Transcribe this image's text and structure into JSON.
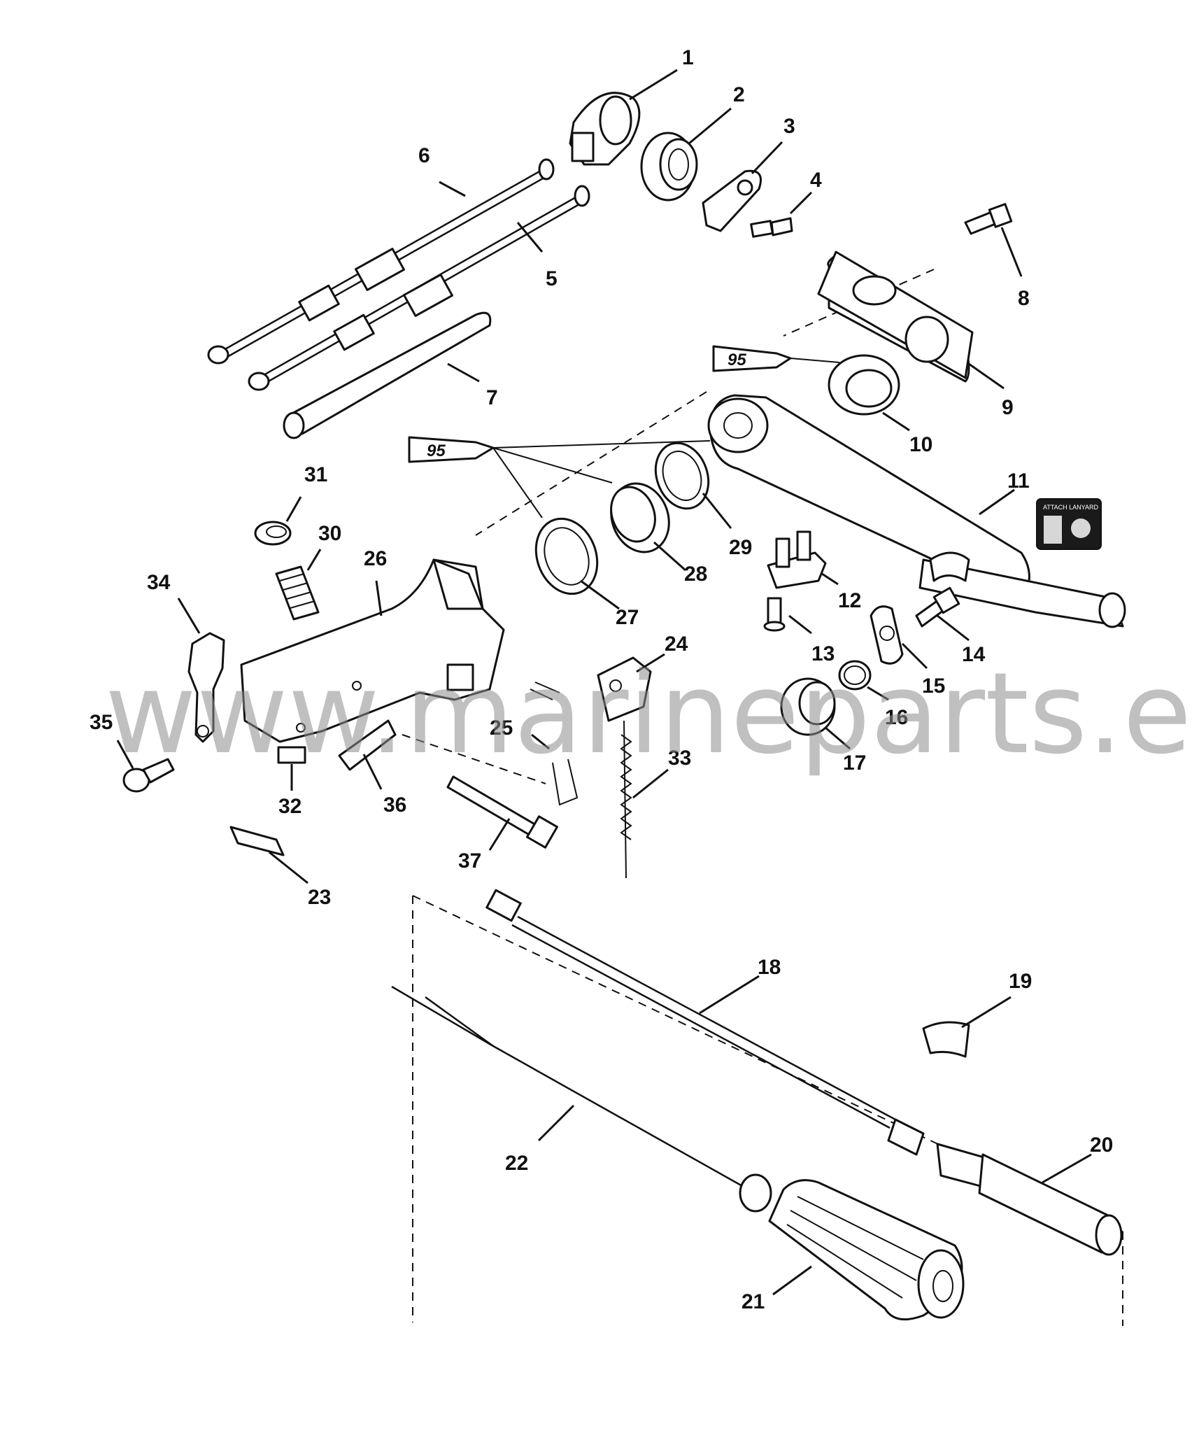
{
  "watermark": "www.marineparts.eu",
  "sealant_label": "95",
  "decal_text": "ATTACH LANYARD",
  "callouts": [
    "1",
    "2",
    "3",
    "4",
    "5",
    "6",
    "7",
    "8",
    "9",
    "10",
    "11",
    "12",
    "13",
    "14",
    "15",
    "16",
    "17",
    "18",
    "19",
    "20",
    "21",
    "22",
    "23",
    "24",
    "25",
    "26",
    "27",
    "28",
    "29",
    "30",
    "31",
    "32",
    "33",
    "34",
    "35",
    "36",
    "37"
  ],
  "colors": {
    "line": "#111111",
    "watermark": "#8c8c8c",
    "decal": "#1a1a1a"
  }
}
